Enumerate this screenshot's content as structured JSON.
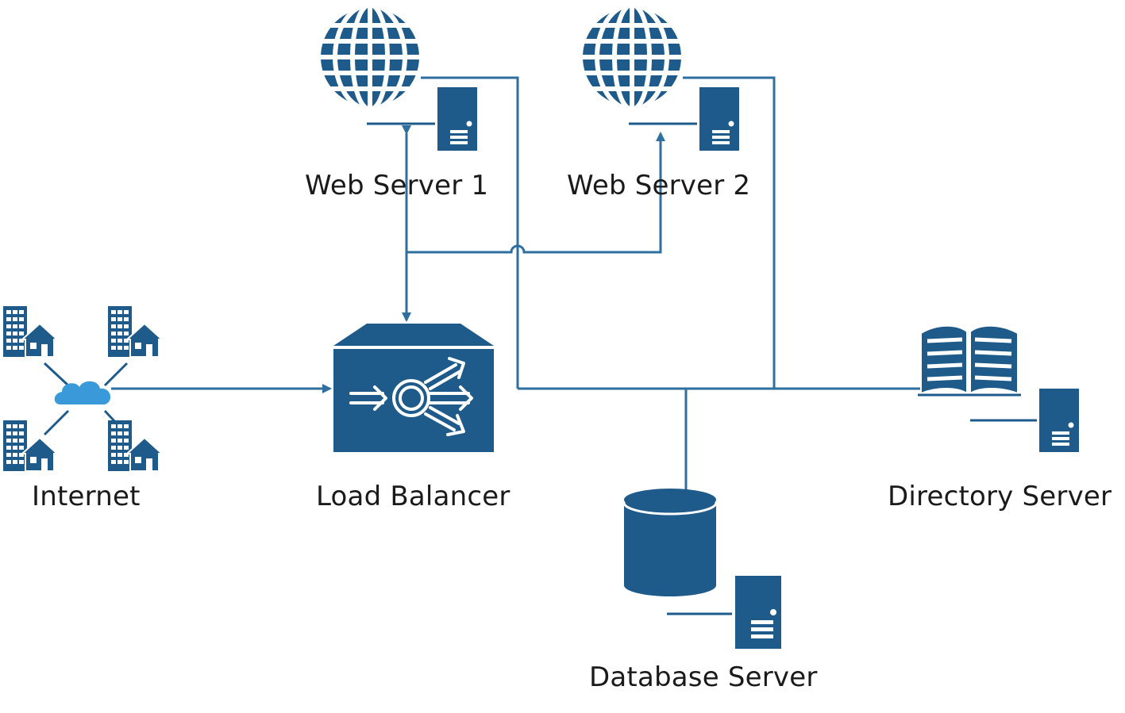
{
  "nodes": {
    "web_server_1": {
      "label": "Web Server 1",
      "icon": "globe-server-icon"
    },
    "web_server_2": {
      "label": "Web Server 2",
      "icon": "globe-server-icon"
    },
    "internet": {
      "label": "Internet",
      "icon": "cloud-network-icon"
    },
    "load_balancer": {
      "label": "Load Balancer",
      "icon": "load-balancer-icon"
    },
    "directory_server": {
      "label": "Directory Server",
      "icon": "book-server-icon"
    },
    "database_server": {
      "label": "Database Server",
      "icon": "database-server-icon"
    }
  },
  "colors": {
    "icon": "#1e5a8a",
    "line": "#2e6f9f",
    "cloud": "#3a9ad9",
    "text": "#1a1a1a",
    "background": "#ffffff"
  }
}
